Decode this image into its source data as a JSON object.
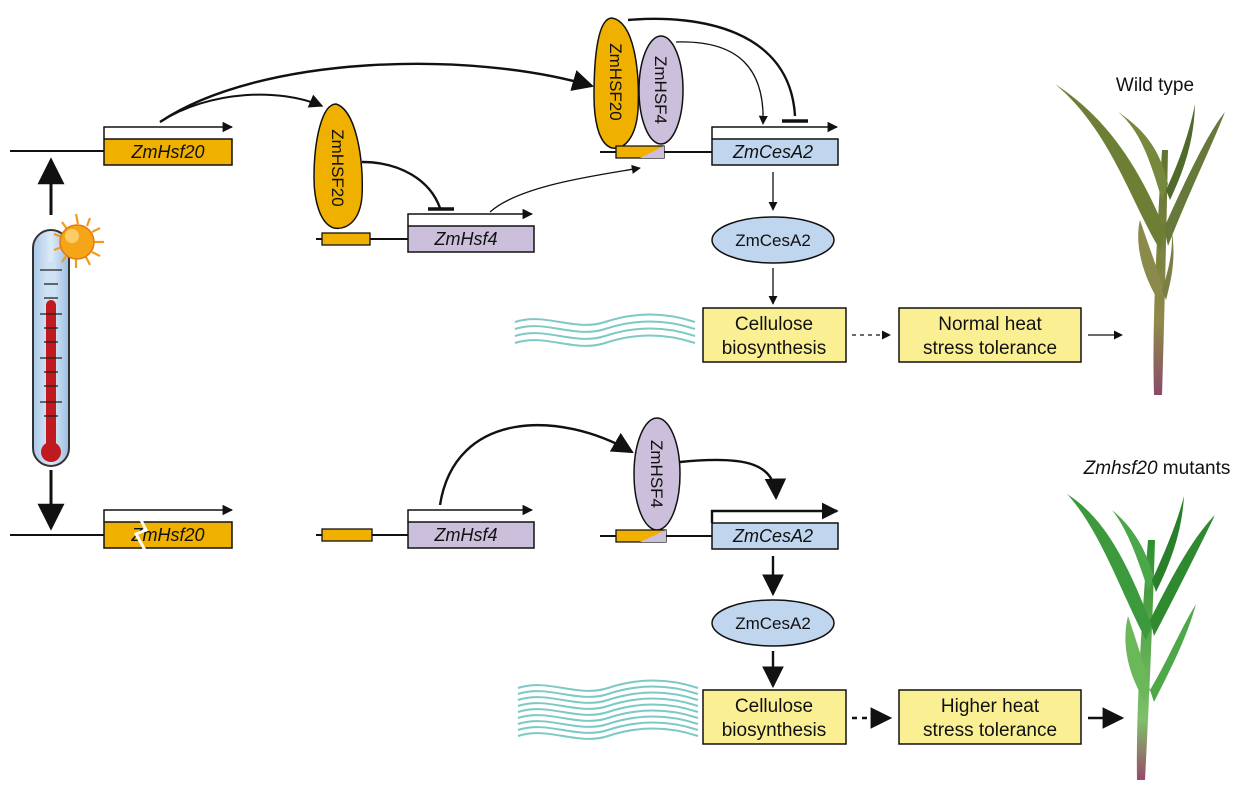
{
  "colors": {
    "hsf20": "#f0b000",
    "hsf4": "#cbbfdc",
    "cesa2": "#bfd6ee",
    "process_box": "#fbef94",
    "fiber": "#7cc9c6",
    "wild_plant": "#7a8a3e",
    "mutant_plant": "#3a9a3a"
  },
  "labels": {
    "wild_type": "Wild type",
    "mutant_italic": "Zmhsf20",
    "mutant_rest": " mutants"
  },
  "top": {
    "gene_hsf20": "ZmHsf20",
    "gene_hsf4": "ZmHsf4",
    "gene_cesa2": "ZmCesA2",
    "protein_hsf20_mid": "ZmHSF20",
    "protein_hsf20_upper": "ZmHSF20",
    "protein_hsf4_upper": "ZmHSF4",
    "protein_cesa2": "ZmCesA2",
    "process_line1": "Cellulose",
    "process_line2": "biosynthesis",
    "outcome_line1": "Normal heat",
    "outcome_line2": "stress tolerance"
  },
  "bottom": {
    "gene_hsf20": "ZmHsf20",
    "gene_hsf4": "ZmHsf4",
    "gene_cesa2": "ZmCesA2",
    "protein_hsf4": "ZmHSF4",
    "protein_cesa2": "ZmCesA2",
    "process_line1": "Cellulose",
    "process_line2": "biosynthesis",
    "outcome_line1": "Higher heat",
    "outcome_line2": "stress tolerance"
  }
}
